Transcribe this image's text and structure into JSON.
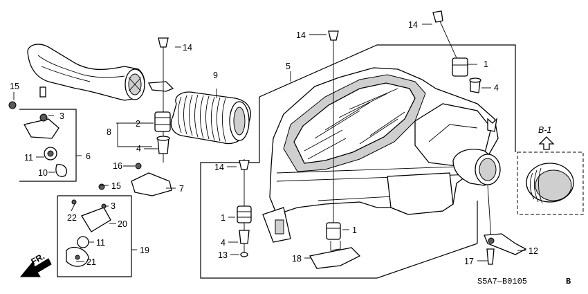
{
  "callouts": {
    "c1a": "1",
    "c1b": "1",
    "c1c": "1",
    "c2": "2",
    "c3a": "3",
    "c3b": "3",
    "c4a": "4",
    "c4b": "4",
    "c4c": "4",
    "c5": "5",
    "c6": "6",
    "c7": "7",
    "c8": "8",
    "c9": "9",
    "c10": "10",
    "c11a": "11",
    "c11b": "11",
    "c12": "12",
    "c13": "13",
    "c14a": "14",
    "c14b": "14",
    "c14c": "14",
    "c14d": "14",
    "c15a": "15",
    "c15b": "15",
    "c16": "16",
    "c17": "17",
    "c18": "18",
    "c19": "19",
    "c20": "20",
    "c21": "21",
    "c22": "22"
  },
  "view_label": "B-1",
  "direction_label": "FR.",
  "diagram_code": "S5A7—B0105",
  "diagram_code_suffix": "B"
}
